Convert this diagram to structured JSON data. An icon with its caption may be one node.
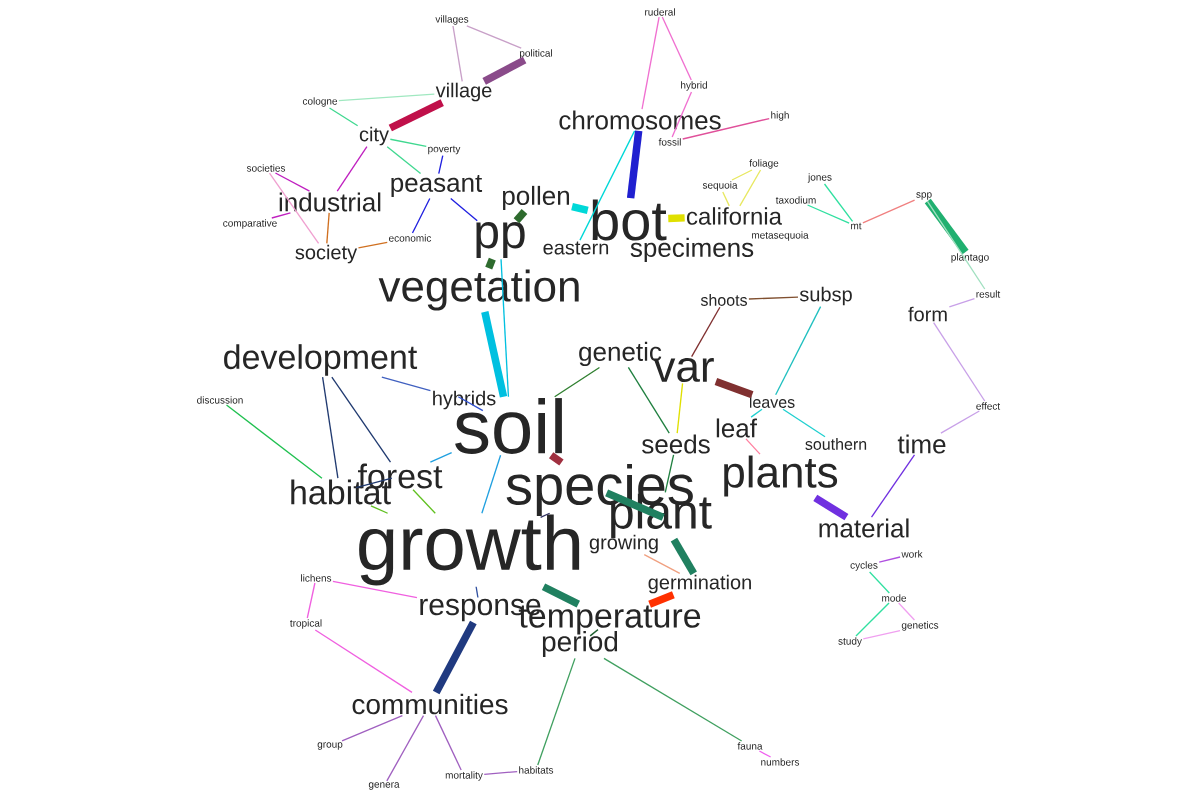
{
  "diagram": {
    "nodes": [
      {
        "text": [
          "villages"
        ]
      },
      {
        "text": [
          "political"
        ]
      },
      {
        "text": [
          "village"
        ]
      },
      {
        "text": [
          "cologne"
        ]
      },
      {
        "text": [
          "city"
        ]
      },
      {
        "text": [
          "poverty"
        ]
      },
      {
        "text": [
          "societies"
        ]
      },
      {
        "text": [
          "peasant"
        ]
      },
      {
        "text": [
          "industrial"
        ]
      },
      {
        "text": [
          "comparative"
        ]
      },
      {
        "text": [
          "economic"
        ]
      },
      {
        "text": [
          "society"
        ]
      },
      {
        "text": [
          "pp"
        ]
      },
      {
        "text": [
          "pollen"
        ]
      },
      {
        "text": [
          "chromosomes"
        ]
      },
      {
        "text": [
          "bot"
        ]
      },
      {
        "text": [
          "ruderal"
        ]
      },
      {
        "text": [
          "hybrid"
        ]
      },
      {
        "text": [
          "fossil"
        ]
      },
      {
        "text": [
          "high"
        ]
      },
      {
        "text": [
          "sequoia"
        ]
      },
      {
        "text": [
          "foliage"
        ]
      },
      {
        "text": [
          "taxodium"
        ]
      },
      {
        "text": [
          "jones"
        ]
      },
      {
        "text": [
          "california"
        ]
      },
      {
        "text": [
          "specimens"
        ]
      },
      {
        "text": [
          "eastern"
        ]
      },
      {
        "text": [
          "metasequoia"
        ]
      },
      {
        "text": [
          "mt"
        ]
      },
      {
        "text": [
          "spp"
        ]
      },
      {
        "text": [
          "plantago"
        ]
      },
      {
        "text": [
          "result"
        ]
      },
      {
        "text": [
          "form"
        ]
      },
      {
        "text": [
          "effect"
        ]
      },
      {
        "text": [
          "time"
        ]
      },
      {
        "text": [
          "vegetation"
        ]
      },
      {
        "text": [
          "subsp"
        ]
      },
      {
        "text": [
          "shoots"
        ]
      },
      {
        "text": [
          "development"
        ]
      },
      {
        "text": [
          "hybrids"
        ]
      },
      {
        "text": [
          "genetic"
        ]
      },
      {
        "text": [
          "var"
        ]
      },
      {
        "text": [
          "discussion"
        ]
      },
      {
        "text": [
          "soil"
        ]
      },
      {
        "text": [
          "leaves"
        ]
      },
      {
        "text": [
          "seeds"
        ]
      },
      {
        "text": [
          "leaf"
        ]
      },
      {
        "text": [
          "southern"
        ]
      },
      {
        "text": [
          "forest"
        ]
      },
      {
        "text": [
          "habitat"
        ]
      },
      {
        "text": [
          "plants"
        ]
      },
      {
        "text": [
          "species"
        ]
      },
      {
        "text": [
          "plant"
        ]
      },
      {
        "text": [
          "material"
        ]
      },
      {
        "text": [
          "growth"
        ]
      },
      {
        "text": [
          "growing"
        ]
      },
      {
        "text": [
          "lichens"
        ]
      },
      {
        "text": [
          "germination"
        ]
      },
      {
        "text": [
          "response"
        ]
      },
      {
        "text": [
          "temperature"
        ]
      },
      {
        "text": [
          "work"
        ]
      },
      {
        "text": [
          "cycles"
        ]
      },
      {
        "text": [
          "mode"
        ]
      },
      {
        "text": [
          "tropical"
        ]
      },
      {
        "text": [
          "genetics"
        ]
      },
      {
        "text": [
          "study"
        ]
      },
      {
        "text": [
          "period"
        ]
      },
      {
        "text": [
          "communities"
        ]
      },
      {
        "text": [
          "group"
        ]
      },
      {
        "text": [
          "fauna"
        ]
      },
      {
        "text": [
          "numbers"
        ]
      },
      {
        "text": [
          "habitats"
        ]
      },
      {
        "text": [
          "mortality"
        ]
      },
      {
        "text": [
          "genera"
        ]
      }
    ],
    "edges": [
      {
        "from": 0,
        "to": 1,
        "arrow": "none",
        "color": "#c8a0c8"
      },
      {
        "from": 0,
        "to": 2,
        "arrow": "none",
        "color": "#c8a0c8"
      },
      {
        "from": 1,
        "to": 2,
        "arrow": "none",
        "color": "#8a4b8a",
        "style": "thick"
      },
      {
        "from": 2,
        "to": 4,
        "arrow": "none",
        "color": "#c0104a",
        "style": "thick"
      },
      {
        "from": 3,
        "to": 4,
        "arrow": "none",
        "color": "#40d890"
      },
      {
        "from": 4,
        "to": 5,
        "arrow": "none",
        "color": "#40d890"
      },
      {
        "from": 4,
        "to": 7,
        "arrow": "none",
        "color": "#40d890"
      },
      {
        "from": 3,
        "to": 2,
        "arrow": "none",
        "color": "#a0e8c0"
      },
      {
        "from": 6,
        "to": 8,
        "arrow": "none",
        "color": "#c020c0"
      },
      {
        "from": 8,
        "to": 9,
        "arrow": "none",
        "color": "#c020c0"
      },
      {
        "from": 8,
        "to": 4,
        "arrow": "none",
        "color": "#c020c0"
      },
      {
        "from": 6,
        "to": 11,
        "arrow": "none",
        "color": "#f0a0d0"
      },
      {
        "from": 7,
        "to": 5,
        "arrow": "none",
        "color": "#2020e0"
      },
      {
        "from": 7,
        "to": 10,
        "arrow": "none",
        "color": "#2020e0"
      },
      {
        "from": 7,
        "to": 12,
        "arrow": "none",
        "color": "#2020e0"
      },
      {
        "from": 11,
        "to": 8,
        "arrow": "none",
        "color": "#d07020"
      },
      {
        "from": 11,
        "to": 10,
        "arrow": "none",
        "color": "#d07020"
      },
      {
        "from": 12,
        "to": 35,
        "arrow": "none",
        "color": "#2e6b2e",
        "style": "thick"
      },
      {
        "from": 12,
        "to": 13,
        "arrow": "none",
        "color": "#2e6b2e",
        "style": "thick"
      },
      {
        "from": 13,
        "to": 15,
        "arrow": "none",
        "color": "#00d8d8",
        "style": "thick"
      },
      {
        "from": 35,
        "to": 43,
        "arrow": "none",
        "color": "#00c0e0",
        "style": "thick"
      },
      {
        "from": 14,
        "to": 26,
        "arrow": "none",
        "color": "#00d8d8"
      },
      {
        "from": 14,
        "to": 15,
        "arrow": "none",
        "color": "#2020d0",
        "style": "thick"
      },
      {
        "from": 16,
        "to": 17,
        "arrow": "none",
        "color": "#f070d0"
      },
      {
        "from": 17,
        "to": 18,
        "arrow": "none",
        "color": "#f070d0"
      },
      {
        "from": 16,
        "to": 14,
        "arrow": "none",
        "color": "#f070d0"
      },
      {
        "from": 19,
        "to": 18,
        "arrow": "none",
        "color": "#e0509a"
      },
      {
        "from": 20,
        "to": 24,
        "arrow": "none",
        "color": "#e8e860"
      },
      {
        "from": 21,
        "to": 24,
        "arrow": "none",
        "color": "#e8e860"
      },
      {
        "from": 20,
        "to": 21,
        "arrow": "none",
        "color": "#e8e860"
      },
      {
        "from": 15,
        "to": 24,
        "arrow": "none",
        "color": "#e0e000",
        "style": "thick"
      },
      {
        "from": 23,
        "to": 28,
        "arrow": "none",
        "color": "#30e0a0"
      },
      {
        "from": 22,
        "to": 28,
        "arrow": "none",
        "color": "#30e0a0"
      },
      {
        "from": 28,
        "to": 29,
        "arrow": "none",
        "color": "#f08080"
      },
      {
        "from": 29,
        "to": 30,
        "arrow": "none",
        "color": "#20b070",
        "style": "thick"
      },
      {
        "from": 29,
        "to": 31,
        "arrow": "none",
        "color": "#a0e0c0"
      },
      {
        "from": 32,
        "to": 31,
        "arrow": "none",
        "color": "#c8a0e8"
      },
      {
        "from": 32,
        "to": 33,
        "arrow": "none",
        "color": "#c8a0e8"
      },
      {
        "from": 33,
        "to": 34,
        "arrow": "none",
        "color": "#c8a0e8"
      },
      {
        "from": 34,
        "to": 53,
        "arrow": "none",
        "color": "#7030e0"
      },
      {
        "from": 41,
        "to": 44,
        "arrow": "none",
        "color": "#803030",
        "style": "thick"
      },
      {
        "from": 41,
        "to": 37,
        "arrow": "none",
        "color": "#803030"
      },
      {
        "from": 43,
        "to": 51,
        "arrow": "none",
        "color": "#a03040",
        "style": "thick"
      },
      {
        "from": 37,
        "to": 36,
        "arrow": "none",
        "color": "#805030"
      },
      {
        "from": 36,
        "to": 44,
        "arrow": "none",
        "color": "#20c0c0"
      },
      {
        "from": 47,
        "to": 44,
        "arrow": "none",
        "color": "#20d0d0"
      },
      {
        "from": 46,
        "to": 44,
        "arrow": "none",
        "color": "#20d0d0"
      },
      {
        "from": 38,
        "to": 48,
        "arrow": "none",
        "color": "#203a70"
      },
      {
        "from": 38,
        "to": 49,
        "arrow": "none",
        "color": "#203a70"
      },
      {
        "from": 48,
        "to": 49,
        "arrow": "none",
        "color": "#203a70"
      },
      {
        "from": 42,
        "to": 49,
        "arrow": "none",
        "color": "#20c050"
      },
      {
        "from": 38,
        "to": 39,
        "arrow": "none",
        "color": "#4060c0"
      },
      {
        "from": 49,
        "to": 54,
        "arrow": "none",
        "color": "#60c020"
      },
      {
        "from": 48,
        "to": 54,
        "arrow": "none",
        "color": "#60c020"
      },
      {
        "from": 43,
        "to": 48,
        "arrow": "none",
        "color": "#20a0e0"
      },
      {
        "from": 43,
        "to": 54,
        "arrow": "none",
        "color": "#20a0e0"
      },
      {
        "from": 43,
        "to": 39,
        "arrow": "none",
        "color": "#3050d0"
      },
      {
        "from": 43,
        "to": 40,
        "arrow": "none",
        "color": "#308030"
      },
      {
        "from": 40,
        "to": 45,
        "arrow": "none",
        "color": "#208040"
      },
      {
        "from": 45,
        "to": 52,
        "arrow": "none",
        "color": "#208040"
      },
      {
        "from": 41,
        "to": 45,
        "arrow": "none",
        "color": "#e0e000"
      },
      {
        "from": 50,
        "to": 53,
        "arrow": "none",
        "color": "#7030e0",
        "style": "thick"
      },
      {
        "from": 50,
        "to": 46,
        "arrow": "none",
        "color": "#ff80a0"
      },
      {
        "from": 51,
        "to": 52,
        "arrow": "none",
        "color": "#208060",
        "style": "thick"
      },
      {
        "from": 52,
        "to": 57,
        "arrow": "none",
        "color": "#208060",
        "style": "thick"
      },
      {
        "from": 54,
        "to": 58,
        "arrow": "none",
        "color": "#3050a0"
      },
      {
        "from": 54,
        "to": 59,
        "arrow": "none",
        "color": "#208060",
        "style": "thick"
      },
      {
        "from": 59,
        "to": 66,
        "arrow": "none",
        "color": "#206030"
      },
      {
        "from": 57,
        "to": 59,
        "arrow": "none",
        "color": "#ff3000",
        "style": "thick"
      },
      {
        "from": 57,
        "to": 55,
        "arrow": "none",
        "color": "#f0a080"
      },
      {
        "from": 60,
        "to": 61,
        "arrow": "none",
        "color": "#b050e0"
      },
      {
        "from": 61,
        "to": 62,
        "arrow": "none",
        "color": "#30e0a0"
      },
      {
        "from": 62,
        "to": 65,
        "arrow": "none",
        "color": "#30e0a0"
      },
      {
        "from": 64,
        "to": 65,
        "arrow": "none",
        "color": "#f0a0f0"
      },
      {
        "from": 64,
        "to": 62,
        "arrow": "none",
        "color": "#f0a0f0"
      },
      {
        "from": 56,
        "to": 63,
        "arrow": "none",
        "color": "#f060e0"
      },
      {
        "from": 56,
        "to": 58,
        "arrow": "none",
        "color": "#f060e0"
      },
      {
        "from": 63,
        "to": 67,
        "arrow": "none",
        "color": "#f060e0"
      },
      {
        "from": 67,
        "to": 68,
        "arrow": "none",
        "color": "#a060c0"
      },
      {
        "from": 67,
        "to": 73,
        "arrow": "none",
        "color": "#a060c0"
      },
      {
        "from": 67,
        "to": 72,
        "arrow": "none",
        "color": "#a060c0"
      },
      {
        "from": 67,
        "to": 58,
        "arrow": "none",
        "color": "#203a80",
        "style": "thick"
      },
      {
        "from": 66,
        "to": 71,
        "arrow": "none",
        "color": "#40a060"
      },
      {
        "from": 69,
        "to": 70,
        "arrow": "none",
        "color": "#f060f0"
      },
      {
        "from": 66,
        "to": 69,
        "arrow": "none",
        "color": "#40a060"
      },
      {
        "from": 71,
        "to": 72,
        "arrow": "none",
        "color": "#a060c0"
      },
      {
        "from": 54,
        "to": 51,
        "arrow": "none",
        "color": "#303060"
      },
      {
        "from": 12,
        "to": 43,
        "arrow": "none",
        "color": "#00c0e0"
      }
    ]
  }
}
